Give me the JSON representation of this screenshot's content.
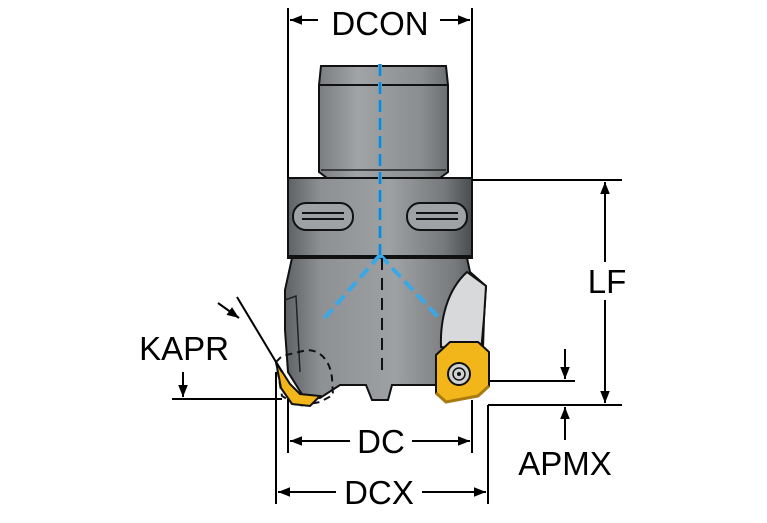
{
  "labels": {
    "dcon": "DCON",
    "lf": "LF",
    "kapr": "KAPR",
    "dc": "DC",
    "apmx": "APMX",
    "dcx": "DCX"
  },
  "colors": {
    "body_gray": "#8e9193",
    "body_dark": "#3a3d40",
    "outline": "#111111",
    "coolant_blue": "#3aa8e6",
    "insert_gold": "#f2b51a",
    "insert_dark": "#a87a10",
    "dimension_line": "#000000"
  },
  "icons": {
    "insert_screw": "torx-screw-icon",
    "slot_left": "drive-slot-icon",
    "slot_right": "drive-slot-icon"
  }
}
